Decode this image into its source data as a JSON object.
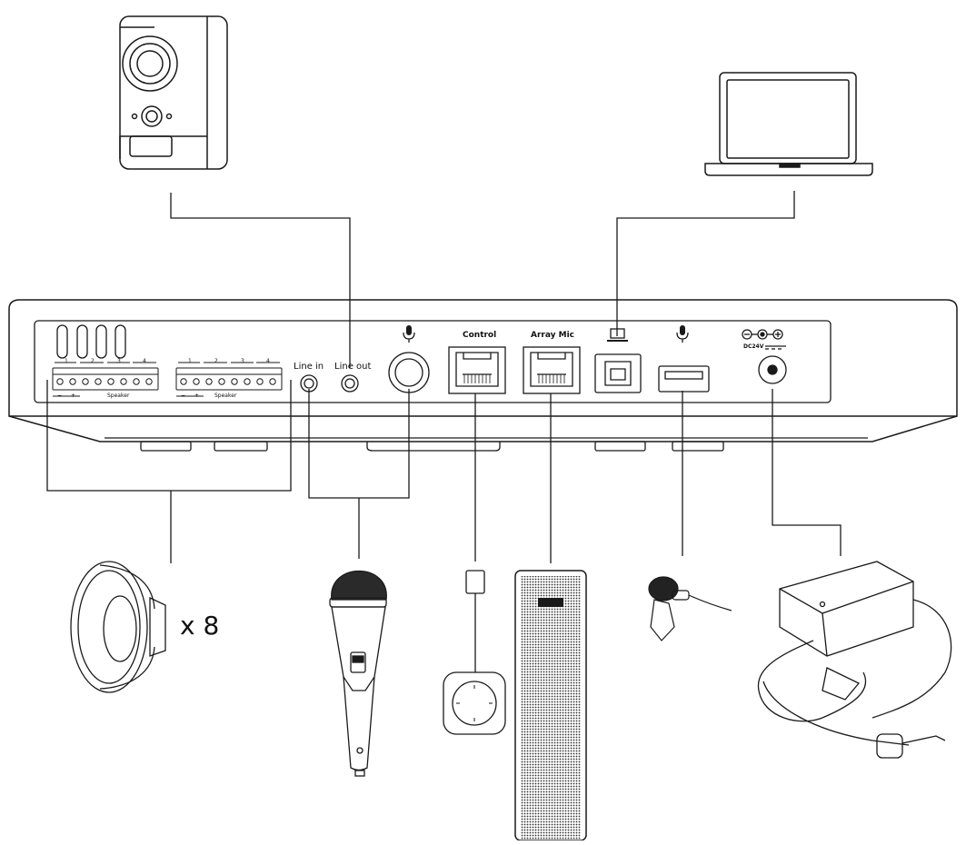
{
  "labels": {
    "line_in": "Line in",
    "line_out": "Line out",
    "control": "Control",
    "array_mic": "Array Mic",
    "speaker_a": "Speaker",
    "speaker_b": "Speaker",
    "dc_label": "DC24V",
    "speaker_multiplier": "x 8",
    "terminal_numbers": [
      "1",
      "2",
      "3",
      "4"
    ],
    "polarity": [
      "−",
      "+"
    ]
  },
  "icons": {
    "mic_port_icon": "microphone-icon",
    "usb_port_icon": "laptop-icon",
    "usb_a_port_icon": "microphone-icon",
    "dc_polarity_icon": "dc-polarity-icon"
  },
  "colors": {
    "stroke": "#1a1a1a",
    "background": "#ffffff",
    "fill_dark": "#222222"
  }
}
